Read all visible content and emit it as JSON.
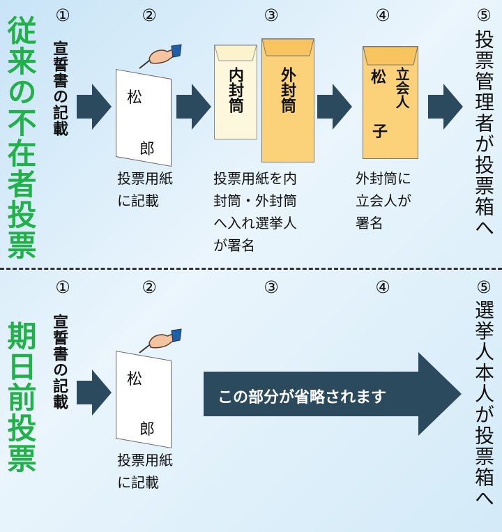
{
  "top": {
    "title": "従来の不在者投票",
    "step_numbers": [
      "①",
      "②",
      "③",
      "④",
      "⑤"
    ],
    "oath_label": "宣誓書の記載",
    "ballot_name_top": "松",
    "ballot_name_bottom": "郎",
    "ballot_caption": "投票用紙\nに記載",
    "inner_envelope_label": "内封筒",
    "outer_envelope_label": "外封筒",
    "envelope_caption": "投票用紙を内\n封筒・外封筒\nへ入れ選挙人\nが署名",
    "witness_envelope_name": "松",
    "witness_label": "立会人",
    "witness_name_bottom": "子",
    "witness_caption": "外封筒に\n立会人が\n署名",
    "final_step": "投票管理者が投票箱へ"
  },
  "bottom": {
    "title": "期日前投票",
    "step_numbers": [
      "①",
      "②",
      "③",
      "④",
      "⑤"
    ],
    "oath_label": "宣誓書の記載",
    "ballot_name_top": "松",
    "ballot_name_bottom": "郎",
    "ballot_caption": "投票用紙\nに記載",
    "omitted_banner": "この部分が省略されます",
    "final_step": "選挙人本人が投票箱へ"
  },
  "colors": {
    "title_green": "#22b04a",
    "arrow_navy": "#2c4a5e",
    "envelope_outer": "#fbd27a",
    "envelope_inner": "#fdf8dd"
  },
  "icons": {
    "pen_hand": "hand-writing-icon"
  }
}
